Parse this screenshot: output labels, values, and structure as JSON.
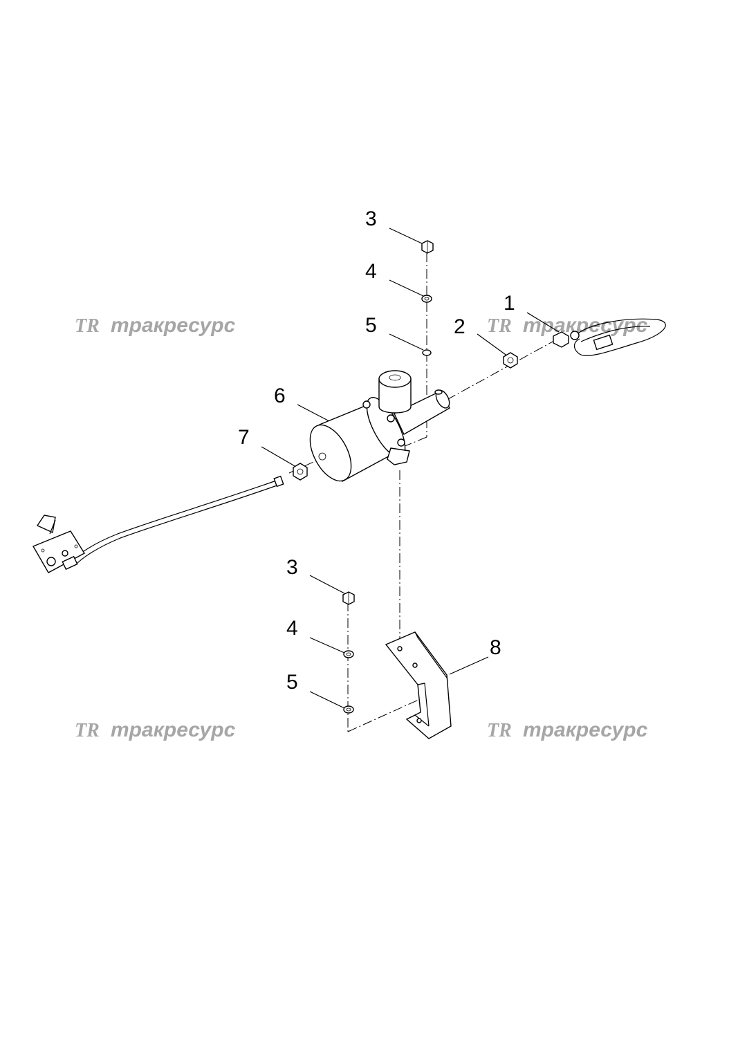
{
  "callouts": {
    "c1": "1",
    "c2": "2",
    "c3_top": "3",
    "c4_top": "4",
    "c5_top": "5",
    "c6": "6",
    "c7": "7",
    "c3_bottom": "3",
    "c4_bottom": "4",
    "c5_bottom": "5",
    "c8": "8"
  },
  "watermark": {
    "logo": "TR",
    "text": "тракресурс"
  },
  "colors": {
    "line": "#000000",
    "watermark": "#a6a6a6",
    "background": "#ffffff"
  }
}
